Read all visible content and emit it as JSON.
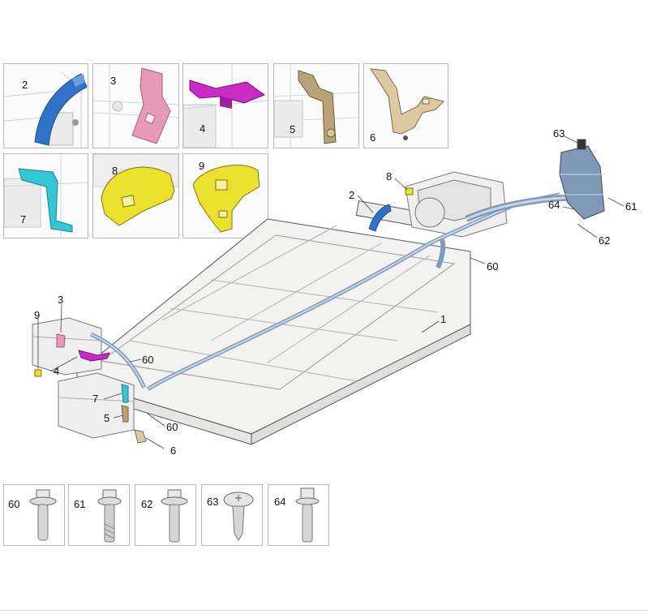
{
  "part_thumbnails": [
    {
      "number": "2",
      "part_color": "#2f72c8"
    },
    {
      "number": "3",
      "part_color": "#e79ab8"
    },
    {
      "number": "4",
      "part_color": "#c82cc4"
    },
    {
      "number": "5",
      "part_color": "#b7a27a"
    },
    {
      "number": "6",
      "part_color": "#dcc9a2"
    },
    {
      "number": "7",
      "part_color": "#33c8d3"
    },
    {
      "number": "8",
      "part_color": "#ece02e"
    },
    {
      "number": "9",
      "part_color": "#ece02e"
    }
  ],
  "callouts": [
    "1",
    "2",
    "8",
    "63",
    "64",
    "61",
    "62",
    "60",
    "3",
    "9",
    "4",
    "60",
    "7",
    "5",
    "60",
    "6"
  ],
  "fasteners": [
    {
      "number": "60",
      "type": "flange-bolt-threaded"
    },
    {
      "number": "61",
      "type": "flange-bolt-self-tapping"
    },
    {
      "number": "62",
      "type": "flange-bolt"
    },
    {
      "number": "63",
      "type": "torx-pan-head-screw"
    },
    {
      "number": "64",
      "type": "hex-bolt"
    }
  ],
  "colors": {
    "line": "#555555",
    "pack": "#f2f2f0",
    "cable": "#7f9ab8",
    "frame": "#b9b9b9"
  }
}
